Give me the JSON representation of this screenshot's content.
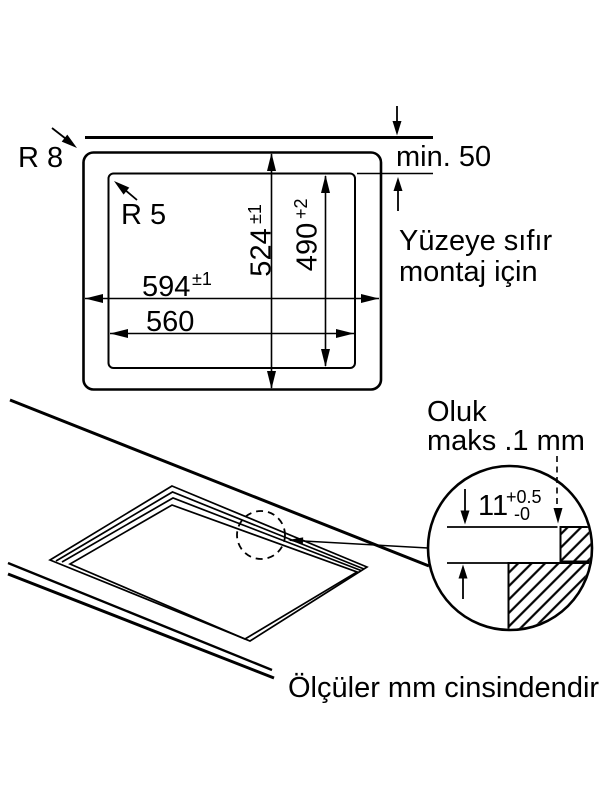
{
  "colors": {
    "ink": "#000000",
    "background": "#ffffff"
  },
  "top_view": {
    "r8_label": "R 8",
    "r5_label": "R 5",
    "min_distance_label": "min. 50",
    "flush_note_line1": "Yüzeye sıfır",
    "flush_note_line2": "montaj için",
    "outer_width": {
      "value": "594",
      "tolerance": "±1"
    },
    "cutout_width": {
      "value": "560"
    },
    "outer_depth": {
      "value": "524",
      "tolerance": "±1"
    },
    "cutout_depth": {
      "value": "490",
      "tolerance": "+2"
    }
  },
  "detail_view": {
    "groove_label_line1": "Oluk",
    "groove_label_line2": "maks .1 mm",
    "rebate_depth": {
      "value": "11",
      "tolerance_upper": "+0.5",
      "tolerance_lower": "-0"
    }
  },
  "footer": {
    "units_note": "Ölçüler mm cinsindendir"
  }
}
